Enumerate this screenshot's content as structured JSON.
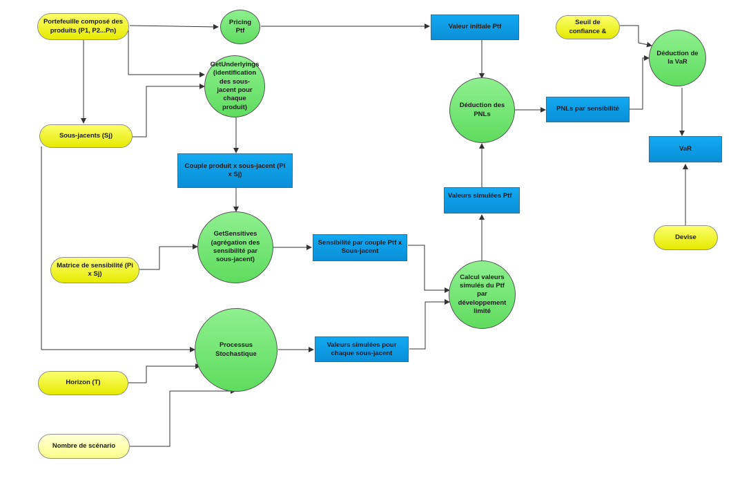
{
  "nodes": {
    "portefeuille": "Portefeuille composé des produits (P1, P2...Pn)",
    "sous_jacents": "Sous-jacents (Sj)",
    "matrice": "Matrice de sensibilité (Pi x Sj)",
    "horizon": "Horizon (T)",
    "nb_scenario": "Nombre de scénario",
    "pricing": "Pricing Ptf",
    "get_underlyings": "GetUnderlyings (identification des sous-jacent pour chaque produit)",
    "couple_produit": "Couple produit  x sous-jacent (Pi x Sj)",
    "get_sensitives": "GetSensitives (agrégation des sensibilité par sous-jacent)",
    "processus": "Processus Stochastique",
    "sensibilite_couple": "Sensibilité par couple Ptf  x Sous-jacent",
    "valeurs_simulees_sj": "Valeurs simulées pour chaque sous-jacent",
    "calcul_valeurs": "Calcul valeurs simulés du Ptf par développement limité",
    "valeurs_simulees_ptf": "Valeurs simulées Ptf",
    "valeur_initiale": "Valeur initiale Ptf",
    "deduction_pnl": "Déduction des PNLs",
    "pnls_sensibilite": "PNLs par sensibilité",
    "seuil_confiance": "Seuil de confiance &",
    "deduction_var": "Déduction de la VaR",
    "var": "VaR",
    "devise": "Devise"
  },
  "colors": {
    "input": "#f5f500",
    "process": "#7ae87a",
    "output": "#0f9fe8",
    "arrow": "#333333"
  }
}
